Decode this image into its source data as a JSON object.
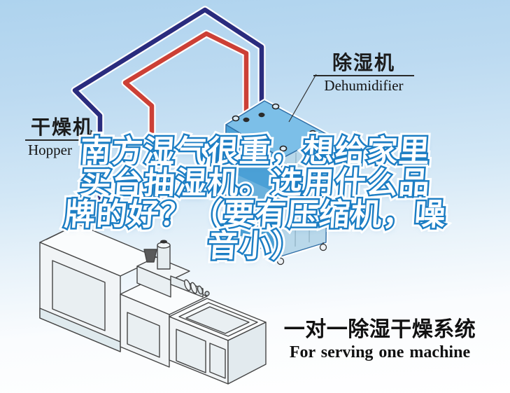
{
  "headline": {
    "lines": [
      "南方湿气很重，想给家里",
      "买台抽湿机。选用什么品",
      "牌的好？（要有压缩机，噪",
      "音小）"
    ],
    "fill_color": "#ffffff",
    "outline_color": "#1d7ec4"
  },
  "labels": {
    "dehumidifier": {
      "zh": "除湿机",
      "en": "Dehumidifier"
    },
    "dryer": {
      "zh": "干燥机",
      "en": "Hopper"
    }
  },
  "caption": {
    "zh": "一对一除湿干燥系统",
    "en": "For serving one machine"
  },
  "diagram": {
    "pipes": [
      {
        "name": "blue-return-pipe",
        "color": "#2a2c7e"
      },
      {
        "name": "red-dry-air-pipe",
        "color": "#cc4036"
      }
    ],
    "machines": [
      {
        "name": "dehumidifier-unit",
        "body_color": "#4ba0d6",
        "top_color": "#7cbfe8"
      },
      {
        "name": "injection-molding-machine",
        "body_color": "#f1f4f6"
      }
    ],
    "background_top": "#aed3ee",
    "background_bottom": "#ffffff"
  }
}
